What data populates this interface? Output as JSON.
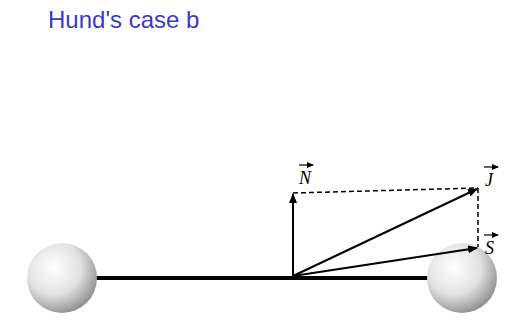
{
  "diagram": {
    "title": "Hund's case b",
    "labels": [
      "N",
      "J",
      "S"
    ]
  }
}
